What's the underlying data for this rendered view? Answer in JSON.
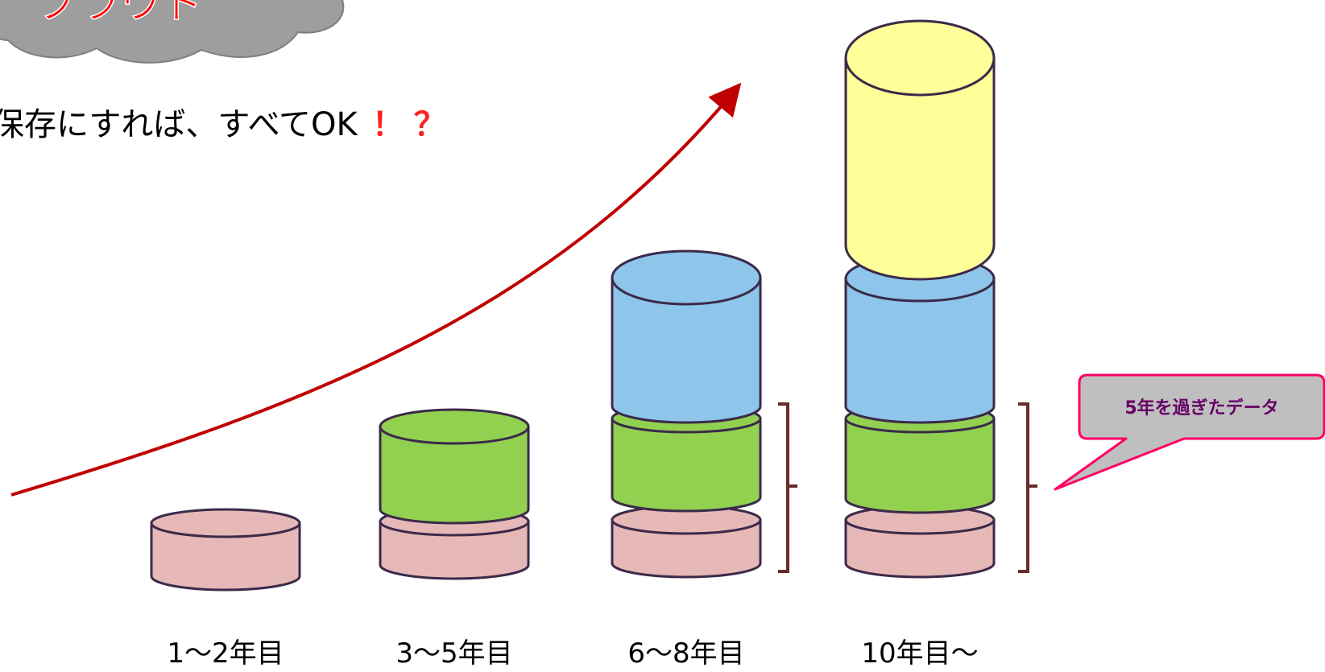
{
  "banner": {
    "partial_text": "ブラウド"
  },
  "headline": {
    "text": "保存にすれば、すべてOK",
    "emphasis": "！？"
  },
  "columns": [
    {
      "label": "1〜2年目"
    },
    {
      "label": "3〜5年目"
    },
    {
      "label": "6〜8年目"
    },
    {
      "label": "10年目〜"
    }
  ],
  "callout": {
    "text": "5年を過ぎたデータ"
  },
  "colors": {
    "pink": "#e6b8b7",
    "green": "#92d050",
    "blue": "#8ec5ea",
    "yellow": "#ffff99",
    "arrow": "#c00000",
    "bracket": "#6b2a2a",
    "callout_fill": "#bfbfbf",
    "callout_border": "#ff0066",
    "callout_text": "#660066",
    "headline_emphasis": "#ff2222",
    "banner_text": "#ff0000",
    "banner_cloud": "#9e9e9e"
  }
}
